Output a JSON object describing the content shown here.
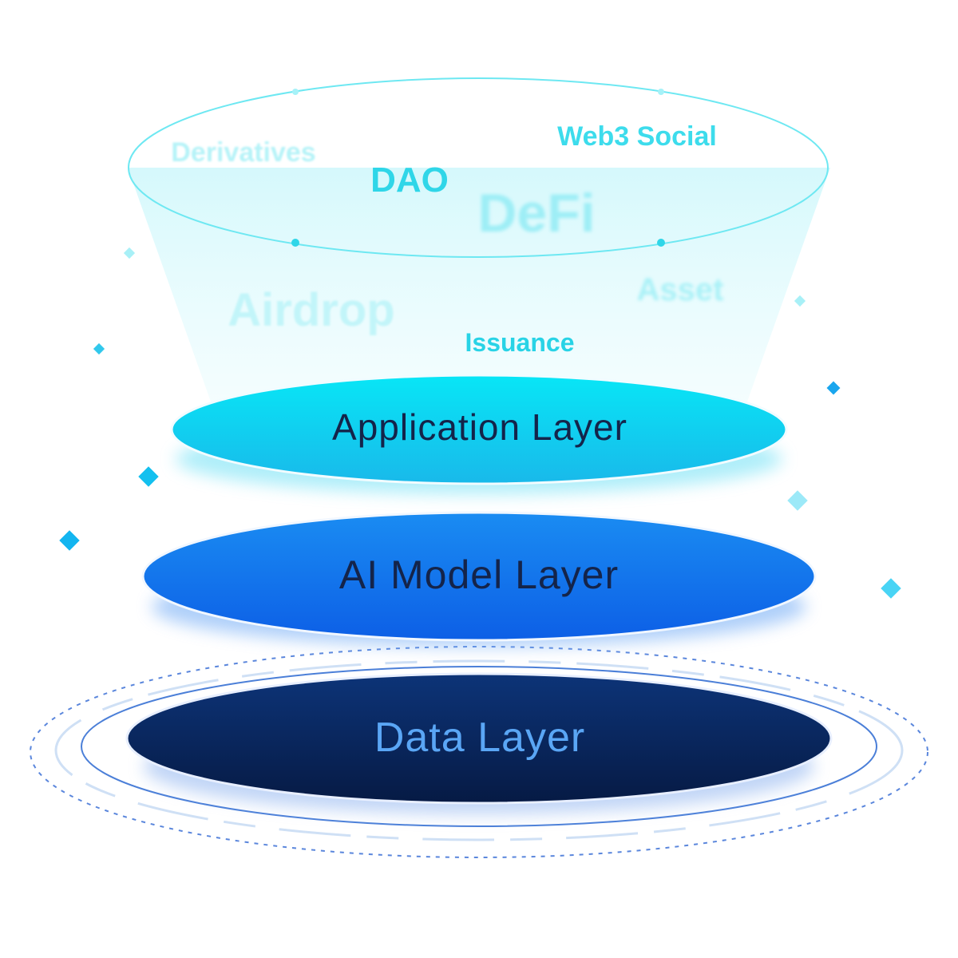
{
  "colors": {
    "cyan_light": "#7ff0f8",
    "cyan_text": "#2fd6e8",
    "application_fill": "#11d4f0",
    "ai_fill": "#1272ee",
    "data_fill": "#0a2a66",
    "dark_text": "#14244a",
    "data_text": "#5aa6f5",
    "orbit": "#3f78d8"
  },
  "keywords": {
    "derivatives": "Derivatives",
    "web3_social": "Web3 Social",
    "dao": "DAO",
    "defi": "DeFi",
    "airdrop": "Airdrop",
    "asset": "Asset",
    "issuance": "Issuance"
  },
  "layers": {
    "application": "Application Layer",
    "ai_model": "AI Model Layer",
    "data": "Data Layer"
  }
}
